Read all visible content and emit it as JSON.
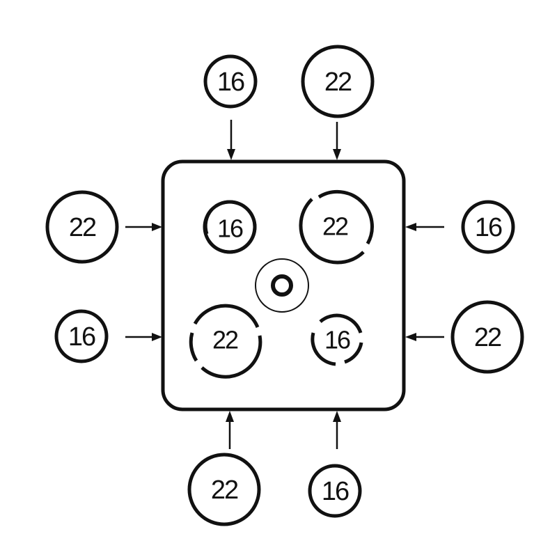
{
  "outer_labels": {
    "top_left": "16",
    "top_right": "22",
    "left_upper": "22",
    "left_lower": "16",
    "right_upper": "16",
    "right_lower": "22",
    "bottom_left": "22",
    "bottom_right": "16"
  },
  "inner_labels": {
    "upper_left": "16",
    "upper_right": "22",
    "lower_left": "22",
    "lower_right": "16"
  }
}
